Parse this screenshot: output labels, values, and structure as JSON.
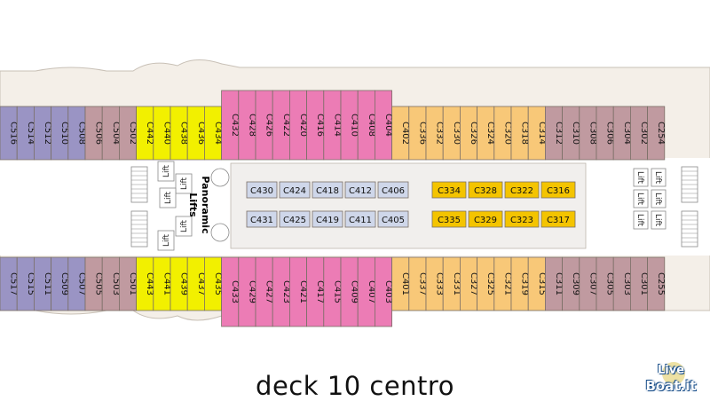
{
  "map_title": "deck 10 centro",
  "colors": {
    "purple": "#9a94c4",
    "mauve": "#c09aa0",
    "yellow": "#f2f000",
    "pink": "#ec7cb5",
    "orange": "#f8c878",
    "gold": "#f4c400",
    "lightblue": "#cfd7ea",
    "hull": "#f4efe8"
  },
  "cabins_top": [
    {
      "label": "C516",
      "color": "purple"
    },
    {
      "label": "C514",
      "color": "purple"
    },
    {
      "label": "C512",
      "color": "purple"
    },
    {
      "label": "C510",
      "color": "purple"
    },
    {
      "label": "C508",
      "color": "purple"
    },
    {
      "label": "C506",
      "color": "mauve"
    },
    {
      "label": "C504",
      "color": "mauve"
    },
    {
      "label": "C502",
      "color": "mauve"
    },
    {
      "label": "C442",
      "color": "yellow"
    },
    {
      "label": "C440",
      "color": "yellow"
    },
    {
      "label": "C438",
      "color": "yellow"
    },
    {
      "label": "C436",
      "color": "yellow"
    },
    {
      "label": "C434",
      "color": "yellow"
    },
    {
      "label": "C432",
      "color": "pink"
    },
    {
      "label": "C428",
      "color": "pink"
    },
    {
      "label": "C426",
      "color": "pink"
    },
    {
      "label": "C422",
      "color": "pink"
    },
    {
      "label": "C420",
      "color": "pink"
    },
    {
      "label": "C416",
      "color": "pink"
    },
    {
      "label": "C414",
      "color": "pink"
    },
    {
      "label": "C410",
      "color": "pink"
    },
    {
      "label": "C408",
      "color": "pink"
    },
    {
      "label": "C404",
      "color": "pink"
    },
    {
      "label": "C402",
      "color": "orange"
    },
    {
      "label": "C336",
      "color": "orange"
    },
    {
      "label": "C332",
      "color": "orange"
    },
    {
      "label": "C330",
      "color": "orange"
    },
    {
      "label": "C326",
      "color": "orange"
    },
    {
      "label": "C324",
      "color": "orange"
    },
    {
      "label": "C320",
      "color": "orange"
    },
    {
      "label": "C318",
      "color": "orange"
    },
    {
      "label": "C314",
      "color": "orange"
    },
    {
      "label": "C312",
      "color": "mauve"
    },
    {
      "label": "C310",
      "color": "mauve"
    },
    {
      "label": "C308",
      "color": "mauve"
    },
    {
      "label": "C306",
      "color": "mauve"
    },
    {
      "label": "C304",
      "color": "mauve"
    },
    {
      "label": "C302",
      "color": "mauve"
    },
    {
      "label": "C254",
      "color": "mauve"
    }
  ],
  "cabins_bottom": [
    {
      "label": "C517",
      "color": "purple"
    },
    {
      "label": "C515",
      "color": "purple"
    },
    {
      "label": "C511",
      "color": "purple"
    },
    {
      "label": "C509",
      "color": "purple"
    },
    {
      "label": "C507",
      "color": "purple"
    },
    {
      "label": "C505",
      "color": "mauve"
    },
    {
      "label": "C503",
      "color": "mauve"
    },
    {
      "label": "C501",
      "color": "mauve"
    },
    {
      "label": "C443",
      "color": "yellow"
    },
    {
      "label": "C441",
      "color": "yellow"
    },
    {
      "label": "C439",
      "color": "yellow"
    },
    {
      "label": "C437",
      "color": "yellow"
    },
    {
      "label": "C435",
      "color": "yellow"
    },
    {
      "label": "C433",
      "color": "pink"
    },
    {
      "label": "C429",
      "color": "pink"
    },
    {
      "label": "C427",
      "color": "pink"
    },
    {
      "label": "C423",
      "color": "pink"
    },
    {
      "label": "C421",
      "color": "pink"
    },
    {
      "label": "C417",
      "color": "pink"
    },
    {
      "label": "C415",
      "color": "pink"
    },
    {
      "label": "C409",
      "color": "pink"
    },
    {
      "label": "C407",
      "color": "pink"
    },
    {
      "label": "C403",
      "color": "pink"
    },
    {
      "label": "C401",
      "color": "orange"
    },
    {
      "label": "C337",
      "color": "orange"
    },
    {
      "label": "C333",
      "color": "orange"
    },
    {
      "label": "C331",
      "color": "orange"
    },
    {
      "label": "C327",
      "color": "orange"
    },
    {
      "label": "C325",
      "color": "orange"
    },
    {
      "label": "C321",
      "color": "orange"
    },
    {
      "label": "C319",
      "color": "orange"
    },
    {
      "label": "C315",
      "color": "orange"
    },
    {
      "label": "C311",
      "color": "mauve"
    },
    {
      "label": "C309",
      "color": "mauve"
    },
    {
      "label": "C307",
      "color": "mauve"
    },
    {
      "label": "C305",
      "color": "mauve"
    },
    {
      "label": "C303",
      "color": "mauve"
    },
    {
      "label": "C301",
      "color": "mauve"
    },
    {
      "label": "C255",
      "color": "mauve"
    }
  ],
  "center_blue_row1": [
    "C430",
    "C424",
    "C418",
    "C412",
    "C406"
  ],
  "center_blue_row2": [
    "C431",
    "C425",
    "C419",
    "C411",
    "C405"
  ],
  "center_gold_row1": [
    "C334",
    "C328",
    "C322",
    "C316"
  ],
  "center_gold_row2": [
    "C335",
    "C329",
    "C323",
    "C317"
  ],
  "lift_label": "Lift",
  "panoramic_label": "Panoramic",
  "lifts_label": "Lifts",
  "logo": {
    "line1": "Live",
    "line2": "Boat.it"
  }
}
